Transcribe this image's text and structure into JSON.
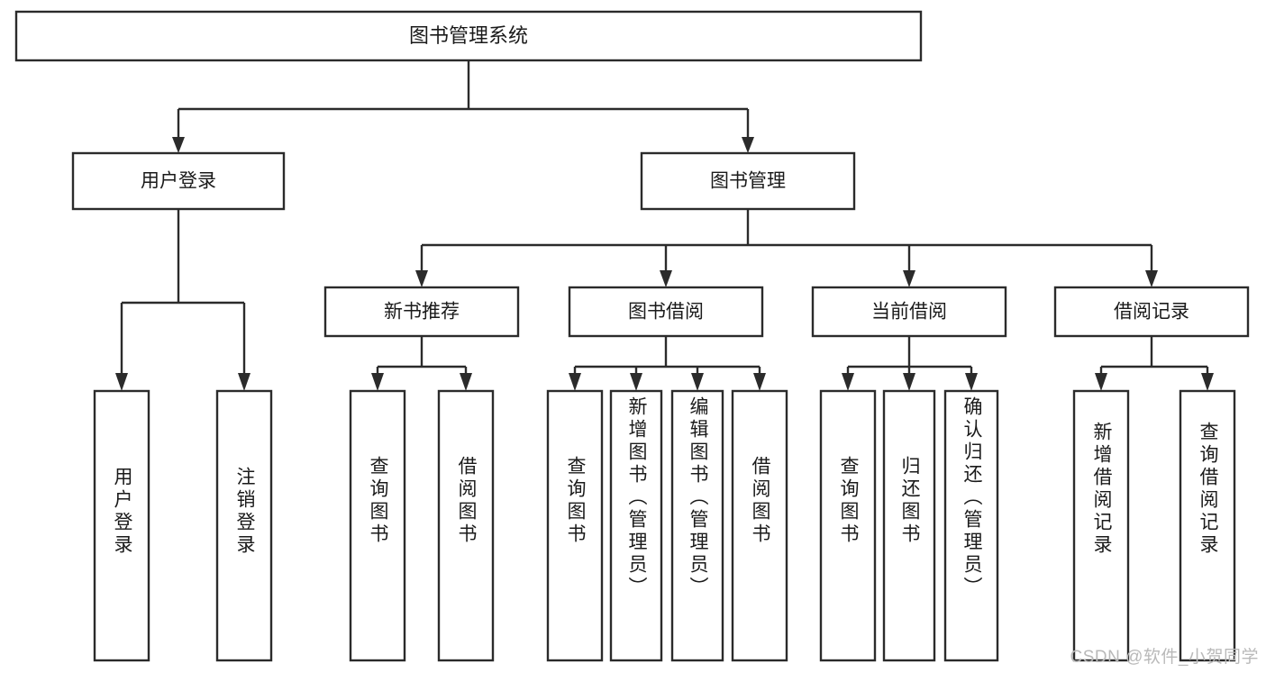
{
  "diagram": {
    "title": "图书管理系统",
    "type": "hierarchy-tree",
    "watermark": "CSDN @软件_小贺同学",
    "colors": {
      "stroke": "#2b2b2b",
      "node_fill": "#ffffff",
      "text": "#1a1a1a",
      "watermark": "#b9b9b9",
      "background": "#ffffff"
    },
    "root": {
      "label": "图书管理系统"
    },
    "level2": [
      {
        "label": "用户登录"
      },
      {
        "label": "图书管理"
      }
    ],
    "level3": [
      {
        "label": "新书推荐"
      },
      {
        "label": "图书借阅"
      },
      {
        "label": "当前借阅"
      },
      {
        "label": "借阅记录"
      }
    ],
    "leaves": [
      {
        "label": "用户登录",
        "parent": "用户登录"
      },
      {
        "label": "注销登录",
        "parent": "用户登录"
      },
      {
        "label": "查询图书",
        "parent": "新书推荐"
      },
      {
        "label": "借阅图书",
        "parent": "新书推荐"
      },
      {
        "label": "查询图书",
        "parent": "图书借阅"
      },
      {
        "label": "新增图书（管理员）",
        "parent": "图书借阅"
      },
      {
        "label": "编辑图书（管理员）",
        "parent": "图书借阅"
      },
      {
        "label": "借阅图书",
        "parent": "图书借阅"
      },
      {
        "label": "查询图书",
        "parent": "当前借阅"
      },
      {
        "label": "归还图书",
        "parent": "当前借阅"
      },
      {
        "label": "确认归还（管理员）",
        "parent": "当前借阅"
      },
      {
        "label": "新增借阅记录",
        "parent": "借阅记录"
      },
      {
        "label": "查询借阅记录",
        "parent": "借阅记录"
      }
    ]
  }
}
